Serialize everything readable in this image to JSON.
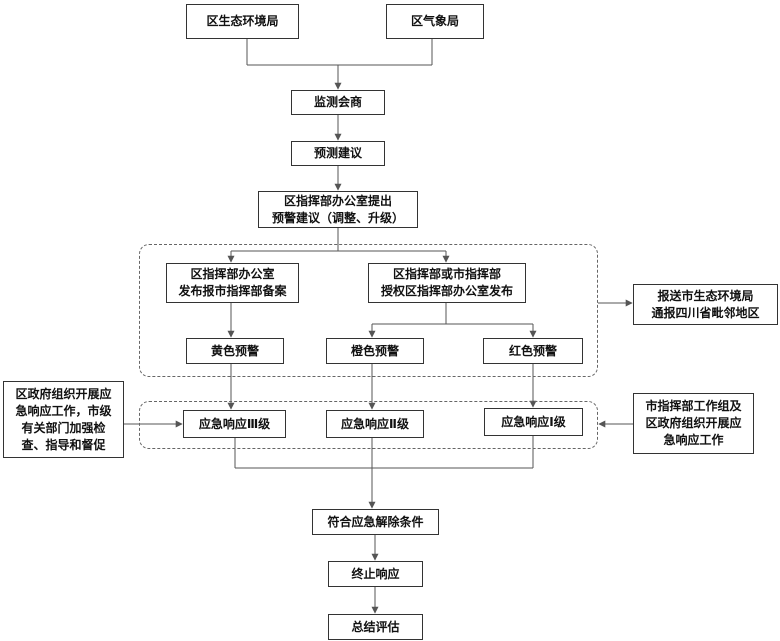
{
  "colors": {
    "line": "#555555",
    "border": "#333333",
    "text": "#111111"
  },
  "nodes": {
    "env_bureau": "区生态环境局",
    "weather_bureau": "区气象局",
    "monitor": "监测会商",
    "forecast": "预测建议",
    "proposal": [
      "区指挥部办公室提出",
      "预警建议（调整、升级）"
    ],
    "office_publish": [
      "区指挥部办公室",
      "发布报市指挥部备案"
    ],
    "hq_publish": [
      "区指挥部或市指挥部",
      "授权区指挥部办公室发布"
    ],
    "report": [
      "报送市生态环境局",
      "通报四川省毗邻地区"
    ],
    "yellow": "黄色预警",
    "orange": "橙色预警",
    "red": "红色预警",
    "district_gov": [
      "区政府组织开展应",
      "急响应工作，市级",
      "有关部门加强检",
      "查、指导和督促"
    ],
    "city_hq": [
      "市指挥部工作组及",
      "区政府组织开展应",
      "急响应工作"
    ],
    "resp3": "应急响应Ⅲ级",
    "resp2": "应急响应Ⅱ级",
    "resp1": "应急响应Ⅰ级",
    "lift": "符合应急解除条件",
    "terminate": "终止响应",
    "evaluate": "总结评估"
  }
}
